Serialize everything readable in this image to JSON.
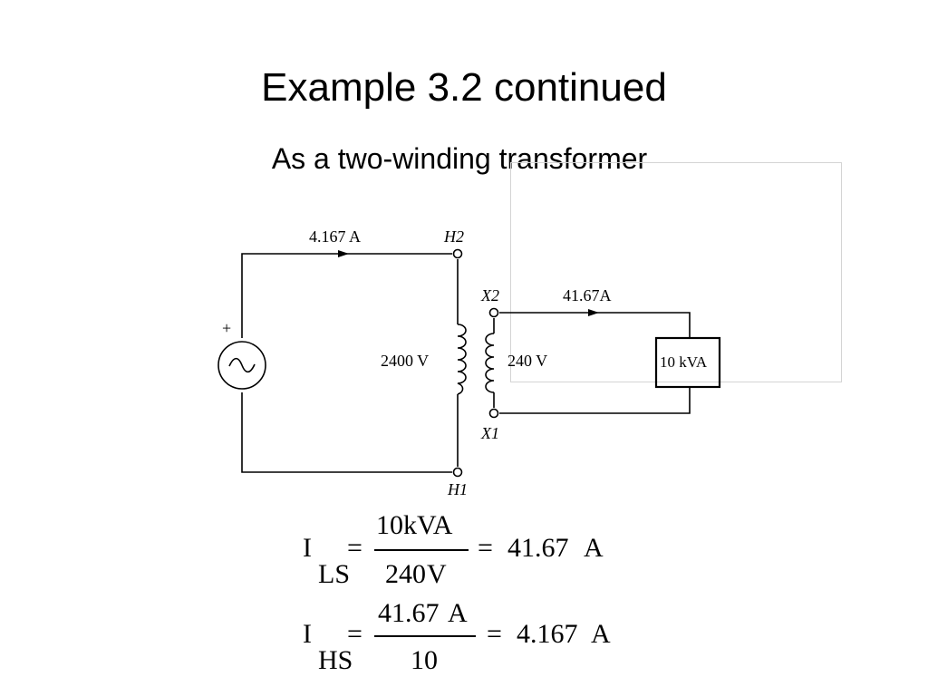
{
  "slide": {
    "title": "Example 3.2 continued",
    "subtitle": "As a two-winding transformer"
  },
  "circuit": {
    "primary_current": "4.167 A",
    "primary_voltage": "2400 V",
    "terminal_h2": "H2",
    "terminal_h1": "H1",
    "polarity": "+",
    "terminal_x2": "X2",
    "terminal_x1": "X1",
    "secondary_current": "41.67A",
    "secondary_voltage": "240 V",
    "load": "10 kVA"
  },
  "equations": {
    "eq1": {
      "lhs_symbol": "I",
      "lhs_subscript": "LS",
      "equals": "=",
      "numerator_value": "10",
      "numerator_unit": "kVA",
      "denominator_value": "240",
      "denominator_unit": "V",
      "result_equals": "=",
      "result_value": "41.67",
      "result_unit": "A"
    },
    "eq2": {
      "lhs_symbol": "I",
      "lhs_subscript": "HS",
      "equals": "=",
      "numerator_value": "41.67",
      "numerator_unit": "A",
      "denominator_value": "10",
      "result_equals": "=",
      "result_value": "4.167",
      "result_unit": "A"
    }
  }
}
